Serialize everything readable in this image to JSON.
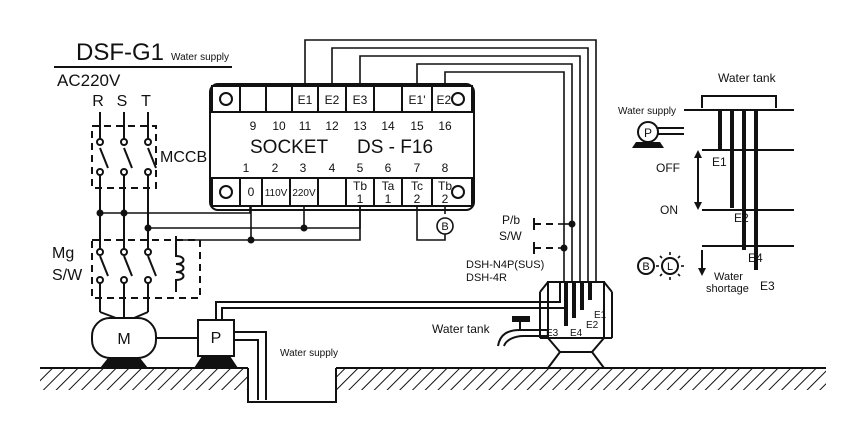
{
  "diagram": {
    "title": "DSF-G1",
    "title_sub": "Water supply",
    "power": "AC220V",
    "phases": [
      "R",
      "S",
      "T"
    ],
    "mccb_label": "MCCB",
    "mg_label_1": "Mg",
    "mg_label_2": "S/W",
    "motor_label": "M",
    "pump_label": "P",
    "bottom_water_supply": "Water supply",
    "socket": {
      "name": "SOCKET",
      "model": "DS - F16",
      "top_cells": [
        "",
        "",
        "E1",
        "E2",
        "E3",
        "",
        "E1'",
        "E2'"
      ],
      "top_numbers": [
        "9",
        "10",
        "11",
        "12",
        "13",
        "14",
        "15",
        "16"
      ],
      "bottom_numbers": [
        "1",
        "2",
        "3",
        "4",
        "5",
        "6",
        "7",
        "8"
      ],
      "bottom_cells": [
        {
          "top": "0",
          "bottom": ""
        },
        {
          "top": "110V",
          "bottom": ""
        },
        {
          "top": "220V",
          "bottom": ""
        },
        {
          "top": "",
          "bottom": ""
        },
        {
          "top": "Tb",
          "bottom": "1"
        },
        {
          "top": "Ta",
          "bottom": "1"
        },
        {
          "top": "Tc",
          "bottom": "2"
        },
        {
          "top": "Tb",
          "bottom": "2"
        }
      ],
      "buzzer_label": "B"
    },
    "pb_label_1": "P/b",
    "pb_label_2": "S/W",
    "sensor_model_1": "DSH-N4P(SUS)",
    "sensor_model_2": "DSH-4R",
    "tank_electrodes": [
      "E3",
      "E4",
      "E2",
      "E1"
    ],
    "faucet_label": "Water tank",
    "right": {
      "water_tank": "Water tank",
      "water_supply": "Water supply",
      "pump_symbol": "P",
      "off": "OFF",
      "on": "ON",
      "e1": "E1",
      "e2": "E2",
      "e4": "E4",
      "e3": "E3",
      "buzzer_symbol": "B",
      "lamp_symbol": "L",
      "shortage_1": "Water",
      "shortage_2": "shortage"
    }
  }
}
